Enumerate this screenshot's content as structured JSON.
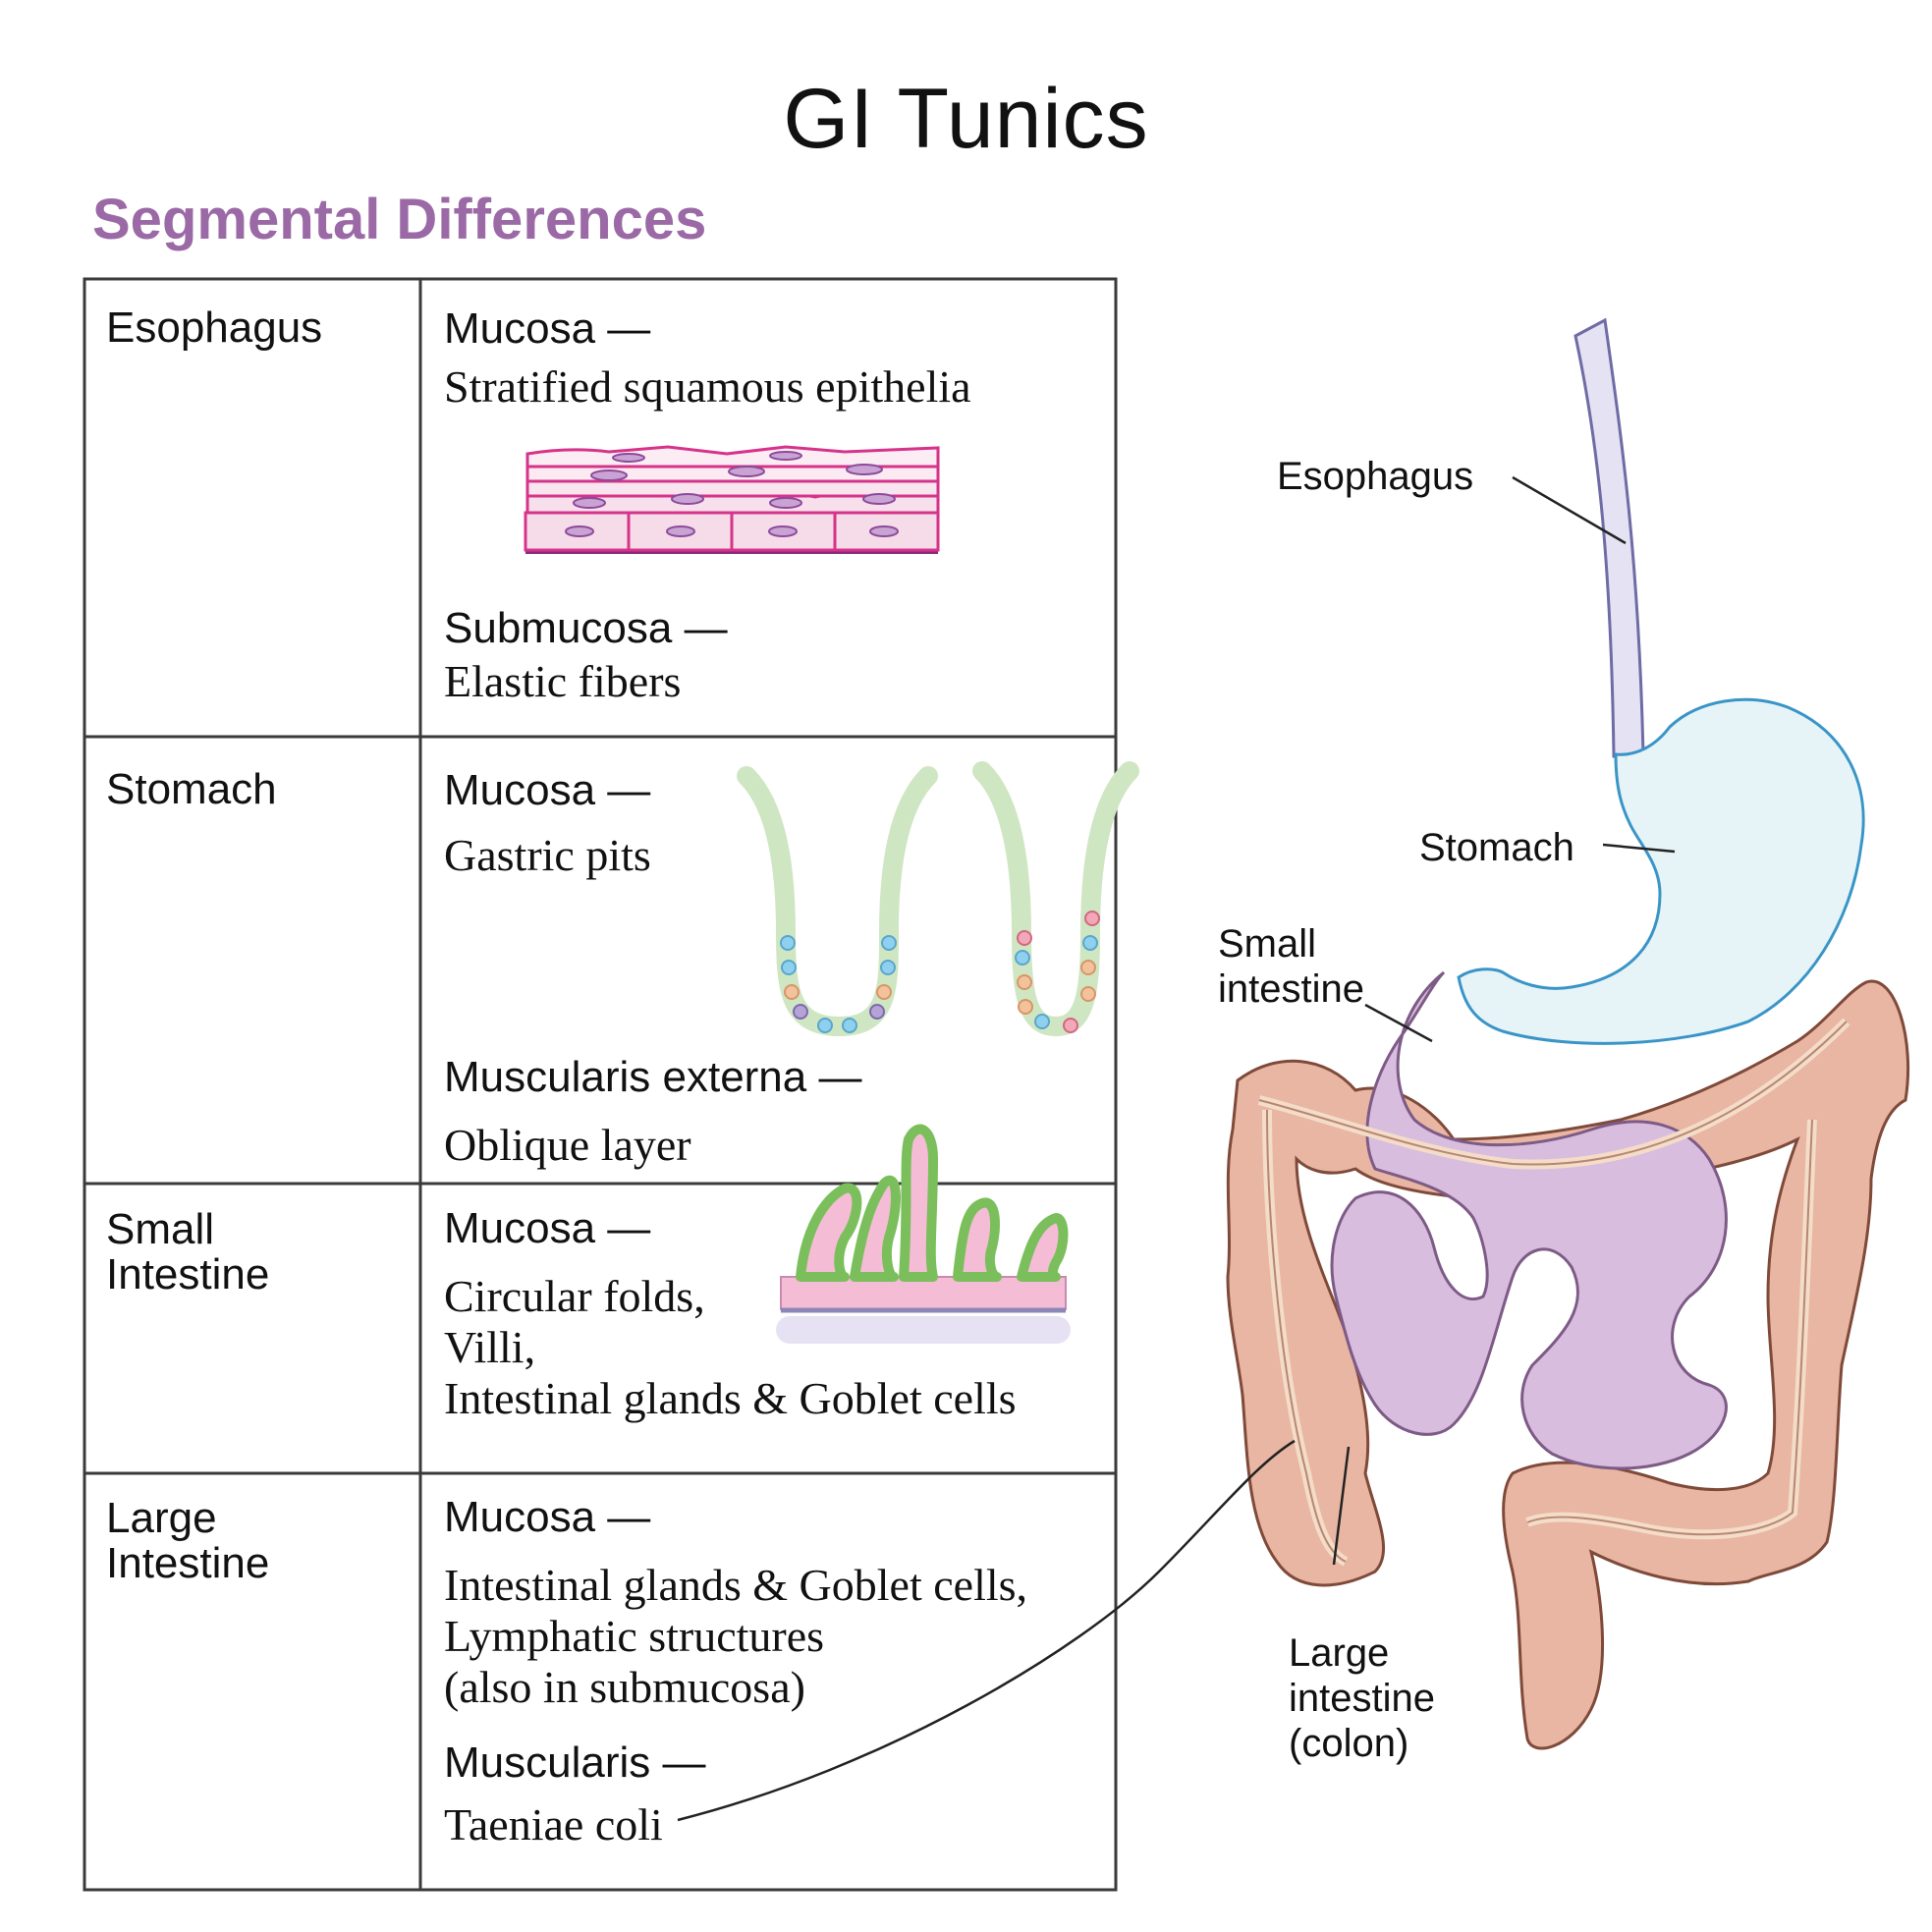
{
  "title": "GI Tunics",
  "subtitle": "Segmental Differences",
  "colors": {
    "subtitle": "#9b6aa6",
    "table_border": "#3a3a3a",
    "esophagus": "#e4e2f3",
    "stomach": "#e6f4f8",
    "stomach_outline": "#3a95c7",
    "small_intestine": "#d9bddf",
    "large_intestine": "#e8b6a2",
    "squamous": "#d6338a"
  },
  "table": {
    "esophagus": {
      "segment": "Esophagus",
      "mucosa_label": "Mucosa —",
      "mucosa_desc": "Stratified squamous epithelia",
      "submucosa_label": "Submucosa  —",
      "submucosa_desc": "Elastic fibers"
    },
    "stomach": {
      "segment": "Stomach",
      "mucosa_label": "Mucosa —",
      "mucosa_desc": "Gastric pits",
      "muscularis_label": "Muscularis externa —",
      "muscularis_desc": "Oblique layer"
    },
    "small_intestine": {
      "segment_line1": "Small",
      "segment_line2": "Intestine",
      "mucosa_label": "Mucosa —",
      "desc_line1": "Circular folds,",
      "desc_line2": "Villi,",
      "desc_line3": "Intestinal glands & Goblet cells"
    },
    "large_intestine": {
      "segment_line1": "Large",
      "segment_line2": "Intestine",
      "mucosa_label": "Mucosa —",
      "desc_line1": "Intestinal glands & Goblet cells,",
      "desc_line2": "Lymphatic structures",
      "desc_line3": "(also in submucosa)",
      "muscularis_label": "Muscularis —",
      "muscularis_desc": "Taeniae coli"
    }
  },
  "anatomy_labels": {
    "esophagus": "Esophagus",
    "stomach": "Stomach",
    "small_line1": "Small",
    "small_line2": "intestine",
    "large_line1": "Large",
    "large_line2": "intestine",
    "large_line3": "(colon)"
  }
}
